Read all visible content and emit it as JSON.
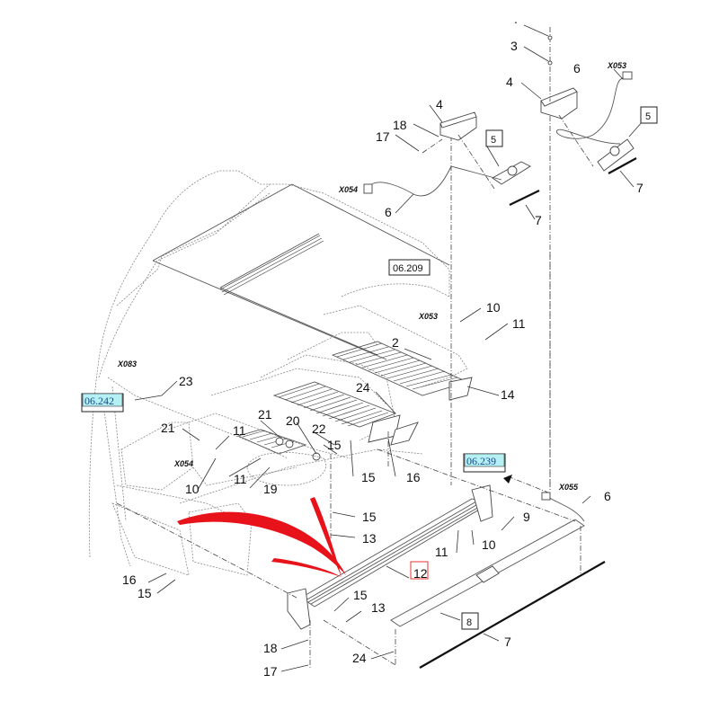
{
  "diagram": {
    "title": "Exploded parts diagram – cab step lighting assembly",
    "callouts": [
      {
        "id": "c-dot-top",
        "label": "."
      },
      {
        "id": "c3",
        "label": "3"
      },
      {
        "id": "c4-right",
        "label": "4"
      },
      {
        "id": "c6-right",
        "label": "6"
      },
      {
        "id": "c5-right",
        "label": "5"
      },
      {
        "id": "c7-right",
        "label": "7"
      },
      {
        "id": "c4-mid",
        "label": "4"
      },
      {
        "id": "c18-mid",
        "label": "18"
      },
      {
        "id": "c17-mid",
        "label": "17"
      },
      {
        "id": "c5-mid",
        "label": "5"
      },
      {
        "id": "c6-mid",
        "label": "6"
      },
      {
        "id": "c7-mid",
        "label": "7"
      },
      {
        "id": "c10-a",
        "label": "10"
      },
      {
        "id": "c11-a",
        "label": "11"
      },
      {
        "id": "c2",
        "label": "2"
      },
      {
        "id": "c14",
        "label": "14"
      },
      {
        "id": "c23",
        "label": "23"
      },
      {
        "id": "c24-a",
        "label": "24"
      },
      {
        "id": "c21-a",
        "label": "21"
      },
      {
        "id": "c11-b",
        "label": "11"
      },
      {
        "id": "c21-b",
        "label": "21"
      },
      {
        "id": "c20",
        "label": "20"
      },
      {
        "id": "c22",
        "label": "22"
      },
      {
        "id": "c15-a",
        "label": "15"
      },
      {
        "id": "c11-c",
        "label": "11"
      },
      {
        "id": "c10-b",
        "label": "10"
      },
      {
        "id": "c19",
        "label": "19"
      },
      {
        "id": "c15-b",
        "label": "15"
      },
      {
        "id": "c16-a",
        "label": "16"
      },
      {
        "id": "c15-c",
        "label": "15"
      },
      {
        "id": "c13-a",
        "label": "13"
      },
      {
        "id": "c6-bottom",
        "label": "6"
      },
      {
        "id": "c9",
        "label": "9"
      },
      {
        "id": "c11-d",
        "label": "11"
      },
      {
        "id": "c10-c",
        "label": "10"
      },
      {
        "id": "c12",
        "label": "12"
      },
      {
        "id": "c16-b",
        "label": "16"
      },
      {
        "id": "c15-d",
        "label": "15"
      },
      {
        "id": "c15-e",
        "label": "15"
      },
      {
        "id": "c13-b",
        "label": "13"
      },
      {
        "id": "c8",
        "label": "8"
      },
      {
        "id": "c7-bottom",
        "label": "7"
      },
      {
        "id": "c18-bottom",
        "label": "18"
      },
      {
        "id": "c24-b",
        "label": "24"
      },
      {
        "id": "c17-bottom",
        "label": "17"
      }
    ],
    "connectors": [
      {
        "id": "x053-top",
        "label": "X053"
      },
      {
        "id": "x054-top",
        "label": "X054"
      },
      {
        "id": "x053-mid",
        "label": "X053"
      },
      {
        "id": "x083",
        "label": "X083"
      },
      {
        "id": "x054-left",
        "label": "X054"
      },
      {
        "id": "x055",
        "label": "X055"
      }
    ],
    "page_refs": [
      {
        "id": "ref-06209",
        "label": "06.209",
        "highlighted": false
      },
      {
        "id": "ref-06242",
        "label": "06.242",
        "highlighted": true
      },
      {
        "id": "ref-06239",
        "label": "06.239",
        "highlighted": true
      }
    ],
    "boxed_items": [
      {
        "id": "box5-right",
        "label": "5"
      },
      {
        "id": "box5-mid",
        "label": "5"
      },
      {
        "id": "box8",
        "label": "8"
      }
    ],
    "annotations": {
      "arrow_color": "#e8121a",
      "highlight_box_color": "#e83030",
      "highlighted_item": "12",
      "ref_highlight_fill": "#b4f0f4"
    }
  }
}
